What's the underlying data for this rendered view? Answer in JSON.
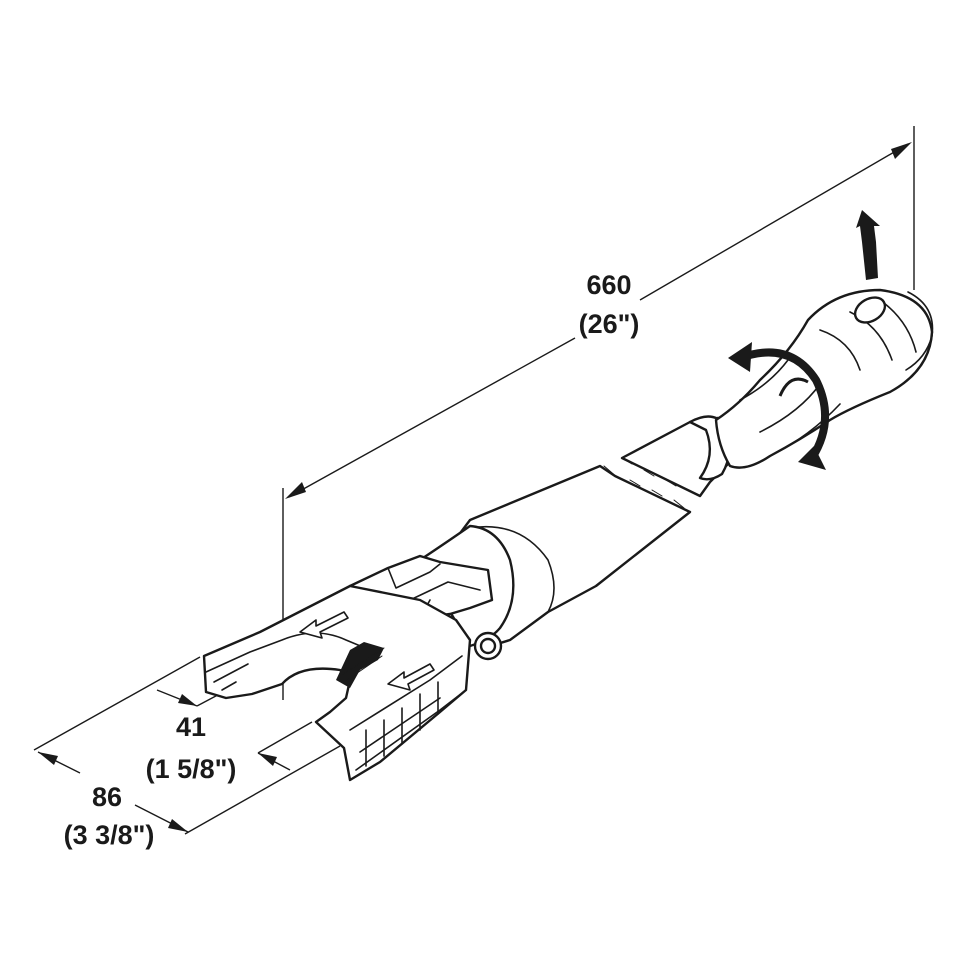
{
  "dimensions": {
    "length": {
      "metric": "660",
      "imperial": "(26\")"
    },
    "fork_opening": {
      "metric": "41",
      "imperial": "(1 5/8\")"
    },
    "fork_width": {
      "metric": "86",
      "imperial": "(3 3/8\")"
    }
  },
  "icons": {
    "rotation": "rotate-arrow-icon",
    "lift": "up-arrow-icon",
    "direction": "direction-arrow-icon"
  },
  "colors": {
    "ink": "#1a1a1a",
    "paper": "#ffffff"
  }
}
